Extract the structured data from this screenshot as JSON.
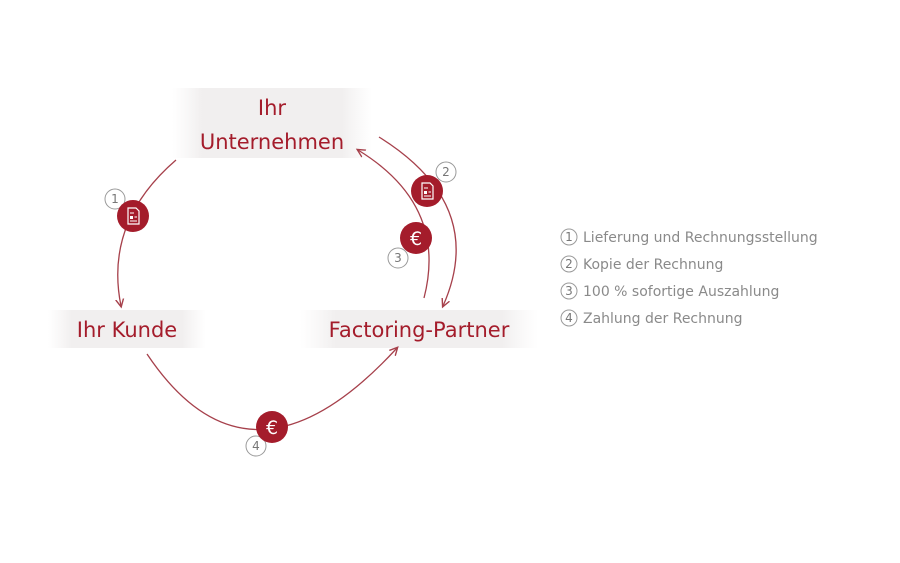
{
  "nodes": {
    "company_line1": "Ihr",
    "company_line2": "Unternehmen",
    "customer": "Ihr Kunde",
    "partner": "Factoring-Partner"
  },
  "steps": [
    {
      "number": "1",
      "icon": "document-icon"
    },
    {
      "number": "2",
      "icon": "document-icon"
    },
    {
      "number": "3",
      "icon": "euro-icon"
    },
    {
      "number": "4",
      "icon": "euro-icon"
    }
  ],
  "legend": [
    {
      "number": "1",
      "text": "Lieferung und Rechnungsstellung"
    },
    {
      "number": "2",
      "text": "Kopie der Rechnung"
    },
    {
      "number": "3",
      "text": "100 % sofortige Auszahlung"
    },
    {
      "number": "4",
      "text": "Zahlung der Rechnung"
    }
  ],
  "colors": {
    "accent": "#a41c2b",
    "line": "#a6404b",
    "legend_text": "#8a8a8a",
    "number_ring": "#9a9a9a"
  },
  "euro_symbol": "€"
}
